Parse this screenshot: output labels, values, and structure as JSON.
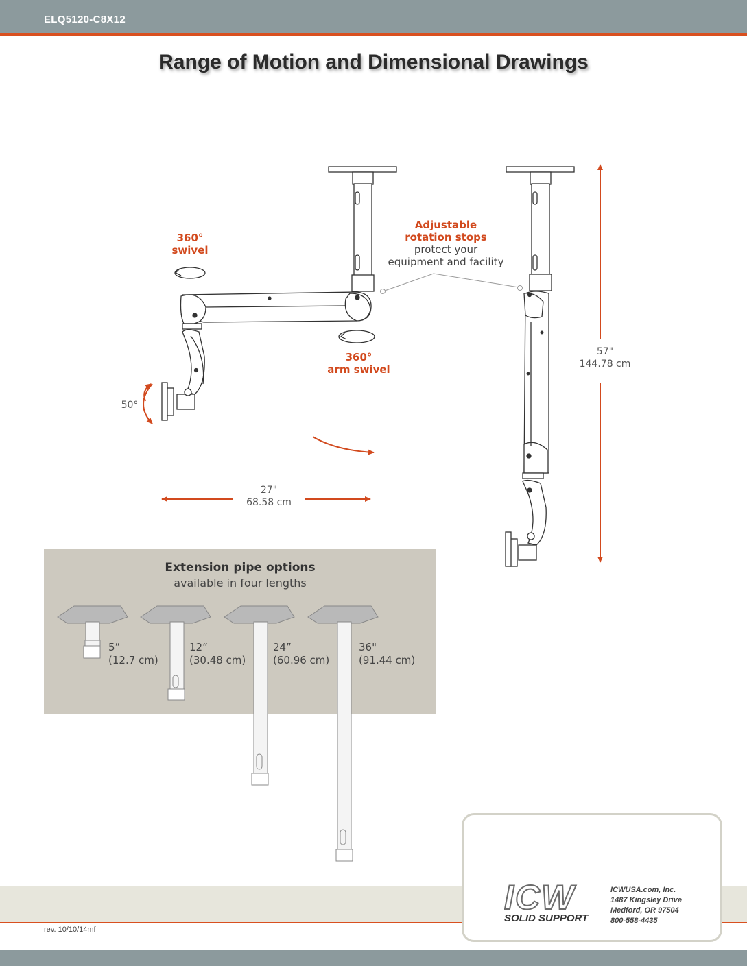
{
  "header": {
    "model": "ELQ5120-C8X12"
  },
  "title": "Range of Motion and Dimensional Drawings",
  "callouts": {
    "swivel": {
      "degrees": "360°",
      "label": "swivel"
    },
    "arm_swivel": {
      "degrees": "360°",
      "label": "arm swivel"
    },
    "tilt": "50°",
    "rotation_stops": {
      "bold1": "Adjustable",
      "bold2": "rotation stops",
      "line3": "protect your",
      "line4": "equipment and facility"
    }
  },
  "dimensions": {
    "width": {
      "inches": "27\"",
      "cm": "68.58 cm"
    },
    "height": {
      "inches": "57\"",
      "cm": "144.78 cm"
    }
  },
  "extension": {
    "title": "Extension pipe options",
    "subtitle": "available in four lengths",
    "pipes": [
      {
        "inches": "5”",
        "cm": "(12.7 cm)"
      },
      {
        "inches": "12”",
        "cm": "(30.48 cm)"
      },
      {
        "inches": "24”",
        "cm": "(60.96 cm)"
      },
      {
        "inches": "36\"",
        "cm": "(91.44 cm)"
      }
    ]
  },
  "logo": {
    "mark": "ICW",
    "tagline": "SOLID SUPPORT",
    "address": [
      "ICWUSA.com, Inc.",
      "1487 Kingsley Drive",
      "Medford, OR 97504",
      "800-558-4435"
    ]
  },
  "footer": {
    "revision": "rev. 10/10/14mf"
  },
  "colors": {
    "accent": "#d24a1e",
    "bar": "#8c9a9d",
    "panel": "#cdc9bf"
  }
}
